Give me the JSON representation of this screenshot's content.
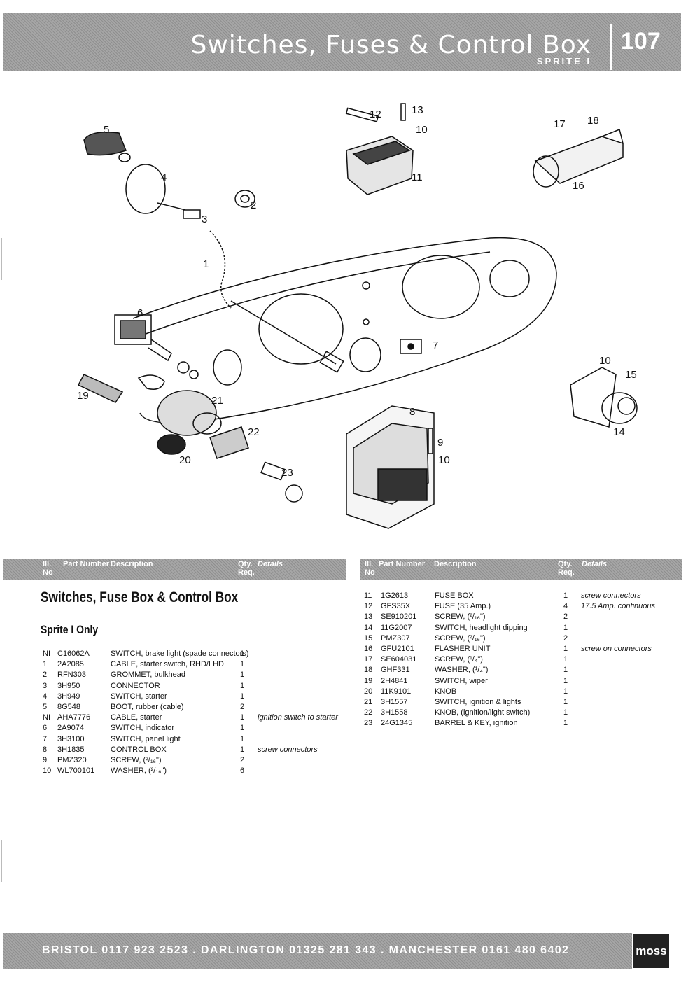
{
  "header": {
    "title": "Switches, Fuses & Control Box",
    "subtitle": "SPRITE I",
    "page_number": "107"
  },
  "diagram": {
    "callouts": [
      "1",
      "2",
      "3",
      "4",
      "5",
      "6",
      "7",
      "8",
      "9",
      "10",
      "10",
      "10",
      "11",
      "12",
      "13",
      "14",
      "15",
      "16",
      "17",
      "18",
      "19",
      "20",
      "21",
      "22",
      "23"
    ]
  },
  "table_headers": {
    "ill": "Ill.",
    "no": "No",
    "part": "Part Number",
    "desc": "Description",
    "qty": "Qty.",
    "req": "Req.",
    "details": "Details"
  },
  "section": {
    "title": "Switches, Fuse Box & Control Box",
    "subtitle": "Sprite I Only"
  },
  "left_rows": [
    {
      "ill": "NI",
      "part": "C16062A",
      "desc": "SWITCH, brake light (spade connectors)",
      "qty": "1",
      "details": ""
    },
    {
      "ill": "1",
      "part": "2A2085",
      "desc": "CABLE, starter switch, RHD/LHD",
      "qty": "1",
      "details": ""
    },
    {
      "ill": "2",
      "part": "RFN303",
      "desc": "GROMMET, bulkhead",
      "qty": "1",
      "details": ""
    },
    {
      "ill": "3",
      "part": "3H950",
      "desc": "CONNECTOR",
      "qty": "1",
      "details": ""
    },
    {
      "ill": "4",
      "part": "3H949",
      "desc": "SWITCH, starter",
      "qty": "1",
      "details": ""
    },
    {
      "ill": "5",
      "part": "8G548",
      "desc": "BOOT, rubber (cable)",
      "qty": "2",
      "details": ""
    },
    {
      "ill": "NI",
      "part": "AHA7776",
      "desc": "CABLE, starter",
      "qty": "1",
      "details": "ignition switch to starter"
    },
    {
      "ill": "6",
      "part": "2A9074",
      "desc": "SWITCH, indicator",
      "qty": "1",
      "details": ""
    },
    {
      "ill": "7",
      "part": "3H3100",
      "desc": "SWITCH, panel light",
      "qty": "1",
      "details": ""
    },
    {
      "ill": "8",
      "part": "3H1835",
      "desc": "CONTROL BOX",
      "qty": "1",
      "details": "screw connectors"
    },
    {
      "ill": "9",
      "part": "PMZ320",
      "desc": "SCREW, (²/₁₆\")",
      "qty": "2",
      "details": ""
    },
    {
      "ill": "10",
      "part": "WL700101",
      "desc": "WASHER, (²/₁₆\")",
      "qty": "6",
      "details": ""
    }
  ],
  "right_rows": [
    {
      "ill": "11",
      "part": "1G2613",
      "desc": "FUSE BOX",
      "qty": "1",
      "details": "screw connectors"
    },
    {
      "ill": "12",
      "part": "GFS35X",
      "desc": "FUSE (35 Amp.)",
      "qty": "4",
      "details": "17.5 Amp. continuous"
    },
    {
      "ill": "13",
      "part": "SE910201",
      "desc": "SCREW, (²/₁₆\")",
      "qty": "2",
      "details": ""
    },
    {
      "ill": "14",
      "part": "11G2007",
      "desc": "SWITCH, headlight dipping",
      "qty": "1",
      "details": ""
    },
    {
      "ill": "15",
      "part": "PMZ307",
      "desc": "SCREW, (²/₁₆\")",
      "qty": "2",
      "details": ""
    },
    {
      "ill": "16",
      "part": "GFU2101",
      "desc": "FLASHER UNIT",
      "qty": "1",
      "details": "screw on connectors"
    },
    {
      "ill": "17",
      "part": "SE604031",
      "desc": "SCREW, (¹/₄\")",
      "qty": "1",
      "details": ""
    },
    {
      "ill": "18",
      "part": "GHF331",
      "desc": "WASHER, (¹/₄\")",
      "qty": "1",
      "details": ""
    },
    {
      "ill": "19",
      "part": "2H4841",
      "desc": "SWITCH, wiper",
      "qty": "1",
      "details": ""
    },
    {
      "ill": "20",
      "part": "11K9101",
      "desc": "KNOB",
      "qty": "1",
      "details": ""
    },
    {
      "ill": "21",
      "part": "3H1557",
      "desc": "SWITCH, ignition & lights",
      "qty": "1",
      "details": ""
    },
    {
      "ill": "22",
      "part": "3H1558",
      "desc": "KNOB, (ignition/light switch)",
      "qty": "1",
      "details": ""
    },
    {
      "ill": "23",
      "part": "24G1345",
      "desc": "BARREL & KEY, ignition",
      "qty": "1",
      "details": ""
    }
  ],
  "footer": {
    "contacts": "BRISTOL 0117 923 2523 . DARLINGTON 01325 281 343 . MANCHESTER 0161 480 6402",
    "logo": "moss"
  }
}
